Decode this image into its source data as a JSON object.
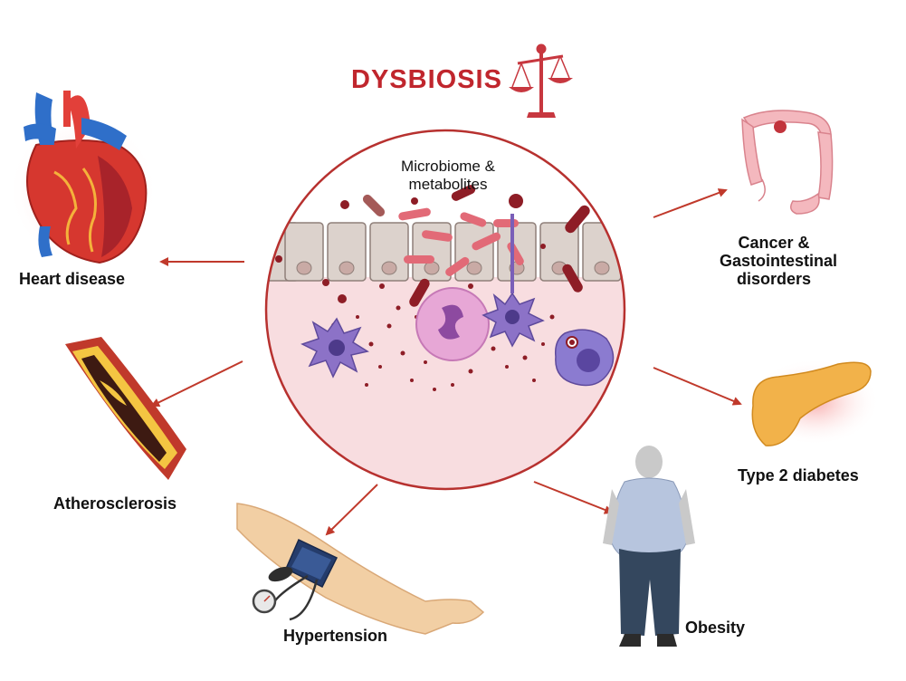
{
  "title": "DYSBIOSIS",
  "center": {
    "label_line1": "Microbiome &",
    "label_line2": "metabolites"
  },
  "conditions": {
    "heart": "Heart disease",
    "athero": "Atherosclerosis",
    "hypertension": "Hypertension",
    "cancer_line1": "Cancer &",
    "cancer_line2": "Gastointestinal",
    "cancer_line3": "disorders",
    "diabetes": "Type 2 diabetes",
    "obesity": "Obesity"
  },
  "icons": [
    "balance-scale-icon",
    "heart-icon",
    "artery-icon",
    "blood-pressure-cuff-icon",
    "colon-icon",
    "pancreas-icon",
    "person-icon"
  ],
  "colors": {
    "accent": "#c0262d",
    "arrow": "#c0392b",
    "circle_border": "#b7312f",
    "tissue": "#f7dcdf"
  }
}
